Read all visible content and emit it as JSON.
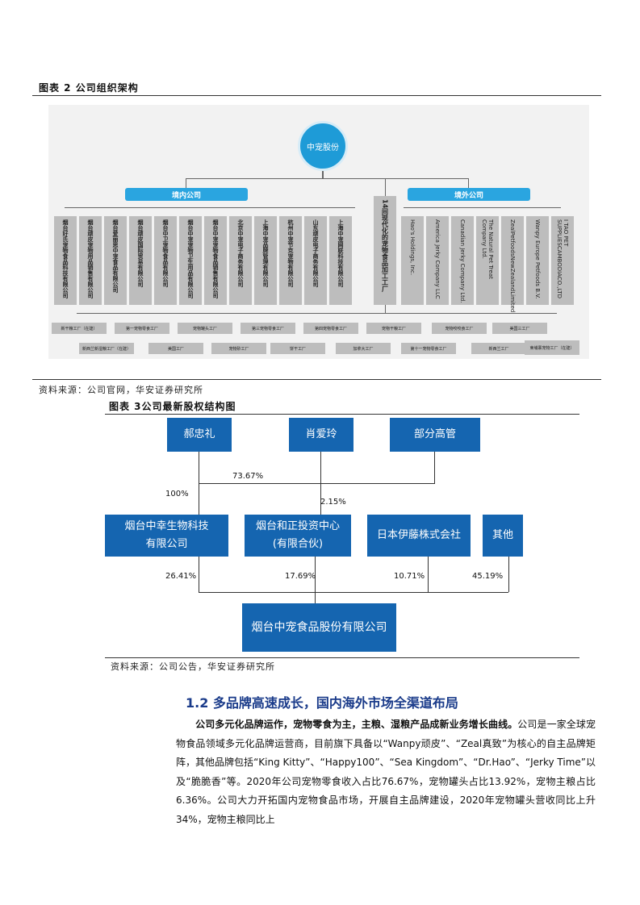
{
  "fig2": {
    "title": "图表 2 公司组织架构",
    "source": "资料来源：公司官网，华安证券研究所",
    "root": "中宠股份",
    "domestic_label": "境内公司",
    "overseas_label": "境外公司",
    "middle": "14间现代化的宠物食品加工工厂",
    "domestic": [
      "烟台好氏宠物食品科技有限公司",
      "烟台顽皮宠物用品销售有限公司",
      "烟台爱丽思中宠食品有限公司",
      "烟台顽皮国际贸易有限公司",
      "烟台中卫宠物食品有限公司",
      "烟台中宠宠物卫生用品有限公司",
      "烟台中宠宠物食品销售有限公司",
      "北京中宠电子商务有限公司",
      "上海中宠品牌管理有限公司",
      "杭州中宠节克宠物有限公司",
      "山东顽皮电子商务有限公司",
      "上海中宠网联科技有限公司"
    ],
    "overseas": [
      "Hao's Holdings, Inc.",
      "America Jerky Company LLC",
      "Canadian Jerky Company Ltd.",
      "The Natural Pet Treat Company Ltd.",
      "ZealPetfoodsNewZealandLimited",
      "Wanpy Europe Petfoods B.V.",
      "I TAO PET SUPPLIESCAMBODIACO.,LTD"
    ],
    "plants_row1": [
      "新干粮工厂（在建）",
      "第一宠物零食工厂",
      "宠物罐头工厂",
      "第三宠物零食工厂",
      "第四宠物零食工厂",
      "宠物干粮工厂",
      "宠物咬咬食工厂",
      "美国三工厂"
    ],
    "plants_row2": [
      "新西兰新湿粮工厂（在建）",
      "美国工厂",
      "宠物砂工厂",
      "饼干工厂",
      "加拿大工厂",
      "第十一宠物零食工厂",
      "新西兰工厂",
      "柬埔寨宠物工厂（在建）"
    ]
  },
  "fig3": {
    "title": "图表 3公司最新股权结构图",
    "source": "资料来源：公司公告，华安证券研究所",
    "hao": "郝忠礼",
    "xiao": "肖爱玲",
    "mgmt": "部分高管",
    "zhongxing": "烟台中幸生物科技有限公司",
    "hezheng": "烟台和正投资中心(有限合伙)",
    "itoh": "日本伊藤株式会社",
    "other": "其他",
    "company": "烟台中宠食品股份有限公司",
    "p_73": "73.67%",
    "p_100": "100%",
    "p_215": "2.15%",
    "p_2641": "26.41%",
    "p_1769": "17.69%",
    "p_1071": "10.71%",
    "p_4519": "45.19%"
  },
  "section": {
    "heading": "1.2 多品牌高速成长，国内海外市场全渠道布局",
    "lead": "公司多元化品牌运作，宠物零食为主，主粮、湿粮产品成新业务增长曲线。",
    "body": "公司是一家全球宠物食品领域多元化品牌运营商，目前旗下具备以“Wanpy顽皮”、“Zeal真致”为核心的自主品牌矩阵，其他品牌包括“King Kitty”、“Happy100”、“Sea Kingdom”、“Dr.Hao”、“Jerky Time”以及“脆脆香”等。2020年公司宠物零食收入占比76.67%，宠物罐头占比13.92%，宠物主粮占比 6.36%。公司大力开拓国内宠物食品市场，开展自主品牌建设，2020年宠物罐头营收同比上升34%，宠物主粮同比上"
  }
}
